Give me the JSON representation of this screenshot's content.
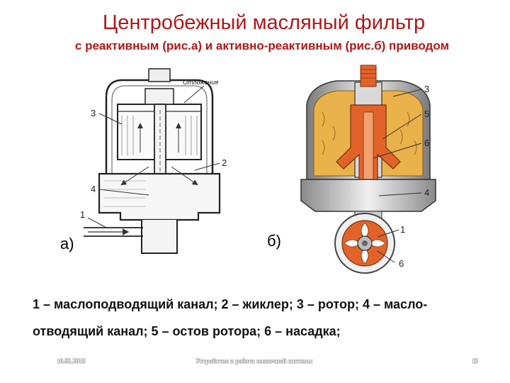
{
  "slide": {
    "title": "Центробежный масляный фильтр",
    "subtitle": "с реактивным (рис.а) и активно-реактивным (рис.б) приводом"
  },
  "figure_a": {
    "label": "а)",
    "callouts": [
      "1",
      "2",
      "3",
      "4"
    ],
    "deposit_label": "Отложения"
  },
  "figure_b": {
    "label": "б)",
    "callouts": [
      "3",
      "5",
      "6",
      "4",
      "1",
      "6"
    ]
  },
  "caption": {
    "line1": "1 – маслоподводящий канал; 2 – жиклер; 3 – ротор; 4 – масло-",
    "line2": "отводящий канал; 5 –  остов ротора; 6 – насадка;"
  },
  "footer": {
    "date": "10.02.2018",
    "topic": "Устройство и работа смазочной системы",
    "page": "15"
  },
  "colors": {
    "title": "#b01818",
    "oil": "#e9b24a",
    "nozzle": "#e2632a"
  }
}
